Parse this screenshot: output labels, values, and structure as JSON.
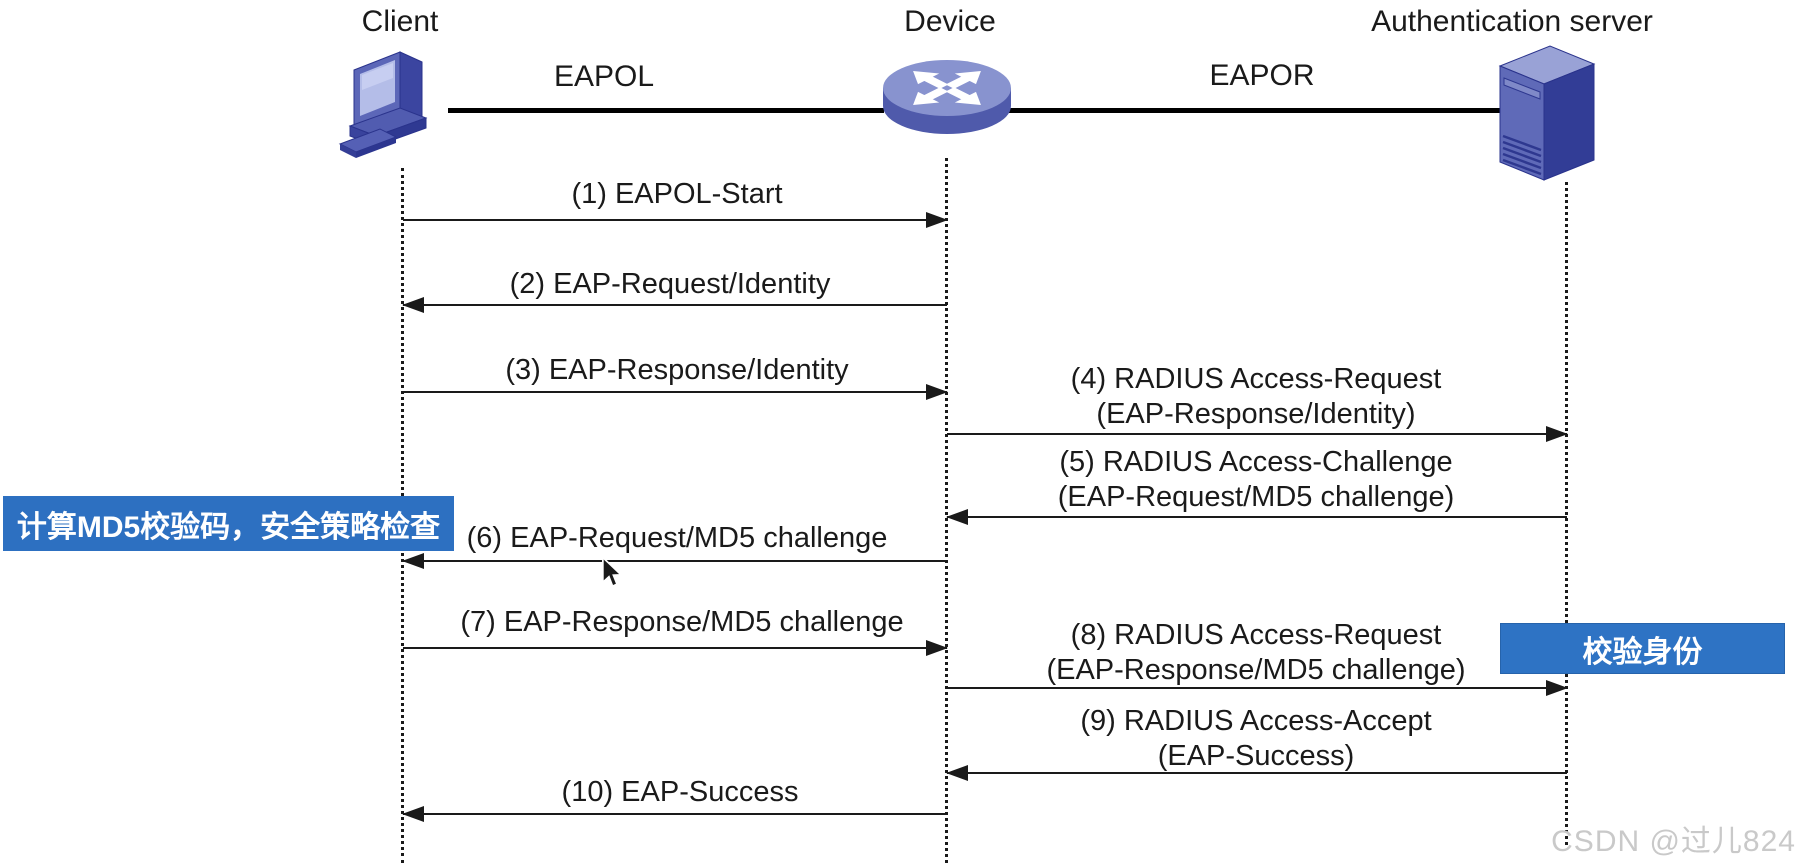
{
  "nodes": {
    "client": {
      "label": "Client",
      "icon": "desktop-computer-icon"
    },
    "device": {
      "label": "Device",
      "icon": "router-icon"
    },
    "server": {
      "label": "Authentication server",
      "icon": "tower-server-icon"
    }
  },
  "links": {
    "client_device": "EAPOL",
    "device_server": "EAPOR"
  },
  "messages": [
    {
      "line1": "(1) EAPOL-Start",
      "from": "Client",
      "to": "Device",
      "direction": "right"
    },
    {
      "line1": "(2) EAP-Request/Identity",
      "from": "Device",
      "to": "Client",
      "direction": "left"
    },
    {
      "line1": "(3) EAP-Response/Identity",
      "from": "Client",
      "to": "Device",
      "direction": "right"
    },
    {
      "line1": "(4) RADIUS Access-Request",
      "line2": "(EAP-Response/Identity)",
      "from": "Device",
      "to": "Authentication server",
      "direction": "right"
    },
    {
      "line1": "(5) RADIUS Access-Challenge",
      "line2": "(EAP-Request/MD5 challenge)",
      "from": "Authentication server",
      "to": "Device",
      "direction": "left"
    },
    {
      "line1": "(6) EAP-Request/MD5 challenge",
      "from": "Device",
      "to": "Client",
      "direction": "left"
    },
    {
      "line1": "(7) EAP-Response/MD5 challenge",
      "from": "Client",
      "to": "Device",
      "direction": "right"
    },
    {
      "line1": "(8) RADIUS Access-Request",
      "line2": "(EAP-Response/MD5 challenge)",
      "from": "Device",
      "to": "Authentication server",
      "direction": "right"
    },
    {
      "line1": "(9) RADIUS Access-Accept",
      "line2": "(EAP-Success)",
      "from": "Authentication server",
      "to": "Device",
      "direction": "left"
    },
    {
      "line1": "(10) EAP-Success",
      "from": "Device",
      "to": "Client",
      "direction": "left"
    }
  ],
  "annotations": {
    "left_note": "计算MD5校验码，安全策略检查",
    "right_note": "校验身份",
    "note_color": "#2d70c1"
  },
  "watermark": "CSDN @过儿824",
  "colors": {
    "note_blue": "#2d70c1",
    "icon_indigo_dark": "#323d96",
    "icon_indigo_mid": "#5f6ab8",
    "icon_indigo_light": "#99a2d6",
    "line_black": "#1a1a1a"
  }
}
